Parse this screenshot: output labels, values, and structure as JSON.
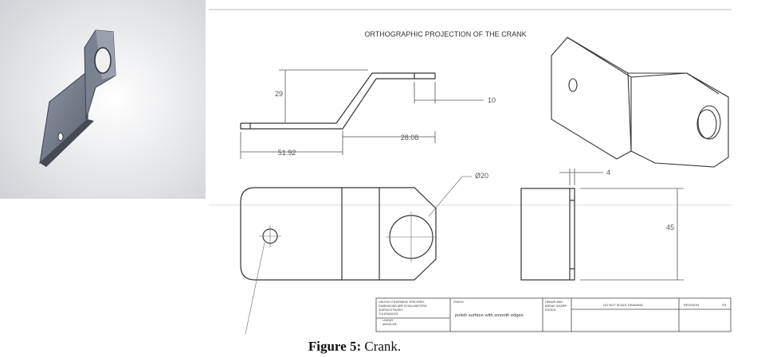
{
  "drawing": {
    "title": "ORTHOGRAPHIC PROJECTION OF THE CRANK",
    "dimensions": {
      "height": "29",
      "thickness_top": "10",
      "offset": "28.08",
      "length": "51.92",
      "hole_diameter": "Ø20",
      "plate_thickness": "4",
      "width": "45"
    },
    "title_block": {
      "general_notes": [
        "UNLESS OTHERWISE SPECIFIED:",
        "DIMENSIONS ARE IN MILLIMETERS",
        "SURFACE FINISH:",
        "TOLERANCES:",
        "LINEAR:",
        "ANGULAR:"
      ],
      "finish_label": "FINISH:",
      "finish_value": "polish surface with smooth edges",
      "deburr_lines": [
        "DEBUR AND",
        "BREAK SHARP",
        "EDGES"
      ],
      "do_not_scale": "DO NOT SCALE DRAWING",
      "revision_label": "REVISION",
      "sheet_size": "A1"
    }
  },
  "caption": {
    "label": "Figure 5:",
    "text": " Crank."
  }
}
